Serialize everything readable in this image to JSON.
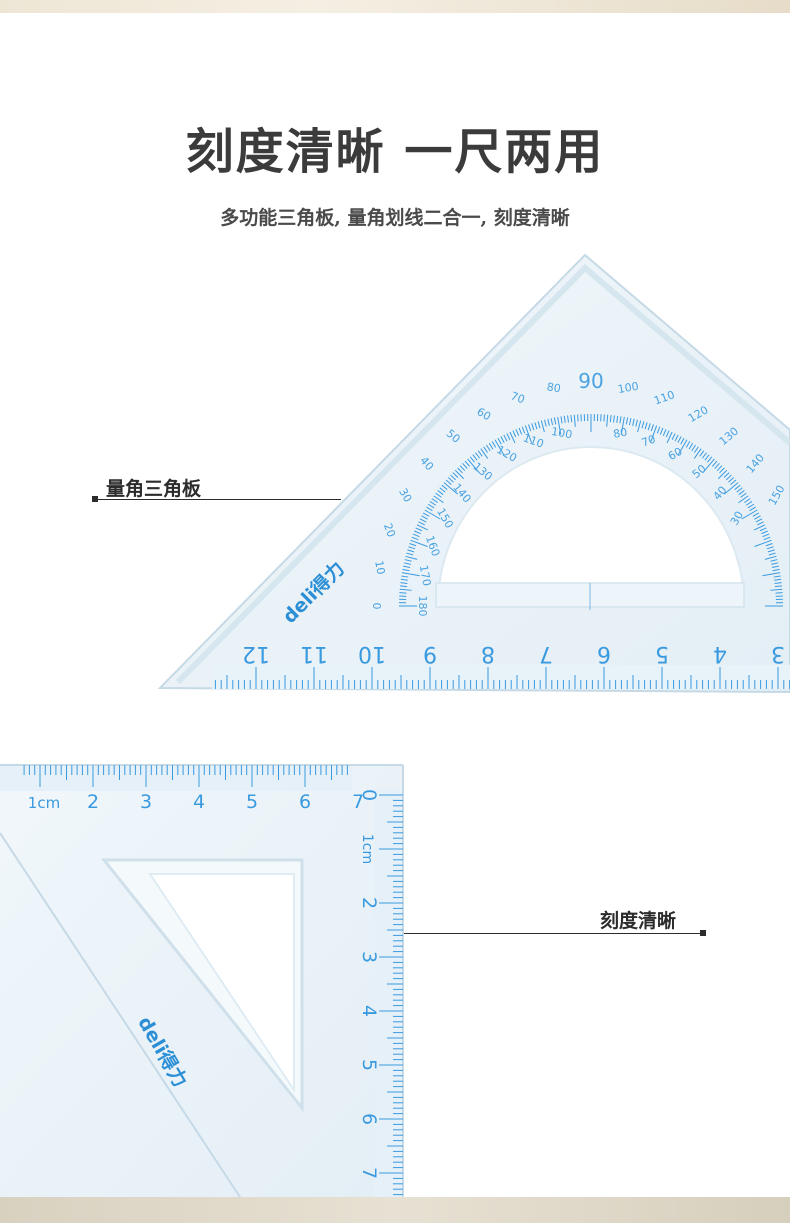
{
  "headline": "刻度清晰 一尺两用",
  "subline": "多功能三角板, 量角划线二合一, 刻度清晰",
  "callouts": {
    "protractor_triangle": "量角三角板",
    "clear_scale": "刻度清晰"
  },
  "brand": {
    "logo_text": "deli得力",
    "accent_color": "#2c8fd6",
    "ruler_color": "#3a9ae0"
  },
  "triangle_1": {
    "ruler_numbers": [
      "12",
      "11",
      "10",
      "9",
      "8",
      "7",
      "6",
      "5",
      "4",
      "3"
    ],
    "protractor_outer": [
      "0",
      "10",
      "20",
      "30",
      "40",
      "50",
      "60",
      "70",
      "80",
      "90",
      "100",
      "110",
      "120",
      "130",
      "140",
      "150"
    ],
    "protractor_inner": [
      "180",
      "170",
      "160",
      "150",
      "140",
      "130",
      "120",
      "110",
      "100",
      "80",
      "70",
      "60",
      "50",
      "40",
      "30"
    ]
  },
  "triangle_2": {
    "top_ruler_numbers": [
      "1cm",
      "2",
      "3",
      "4",
      "5",
      "6",
      "7"
    ],
    "side_ruler_numbers": [
      "0",
      "1cm",
      "2",
      "3",
      "4",
      "5",
      "6",
      "7"
    ]
  }
}
